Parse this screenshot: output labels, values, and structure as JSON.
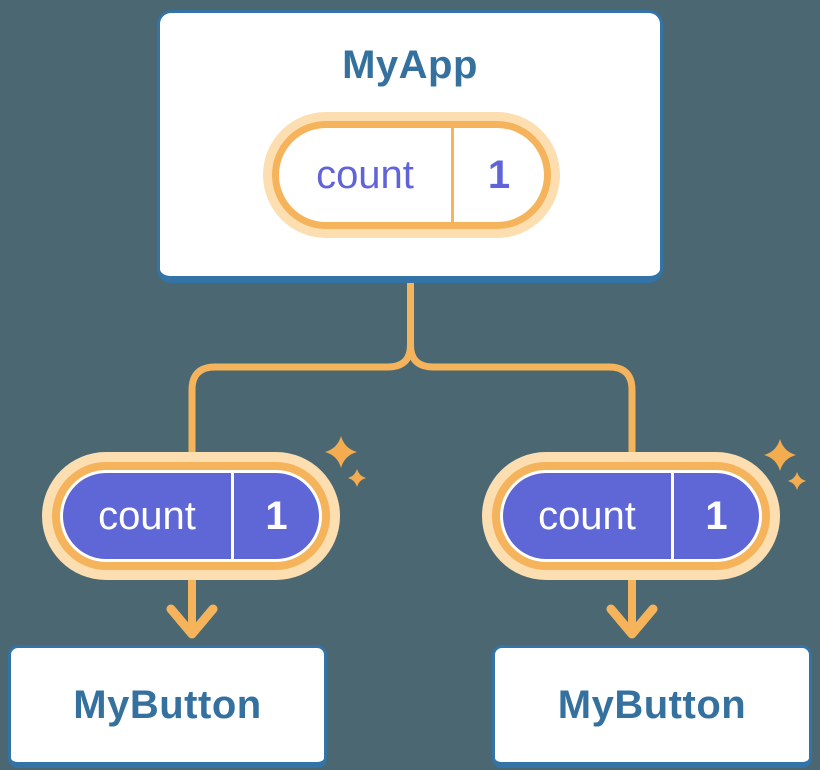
{
  "colors": {
    "background": "#4B6872",
    "card_border": "#3373A5",
    "card_bg": "#FFFFFF",
    "title_text": "#35719E",
    "line_orange": "#F5B35B",
    "ring_cream": "#FCDEB0",
    "sparkle_orange": "#F3AC4F",
    "pill_purple": "#5F66D6",
    "pill_text_purple": "#6064D8"
  },
  "icons": {
    "sparkle": "✦"
  },
  "root_card": {
    "title": "MyApp",
    "state_pill": {
      "label": "count",
      "value": "1"
    }
  },
  "left_branch": {
    "pill": {
      "label": "count",
      "value": "1"
    },
    "card": {
      "title": "MyButton"
    }
  },
  "right_branch": {
    "pill": {
      "label": "count",
      "value": "1"
    },
    "card": {
      "title": "MyButton"
    }
  }
}
